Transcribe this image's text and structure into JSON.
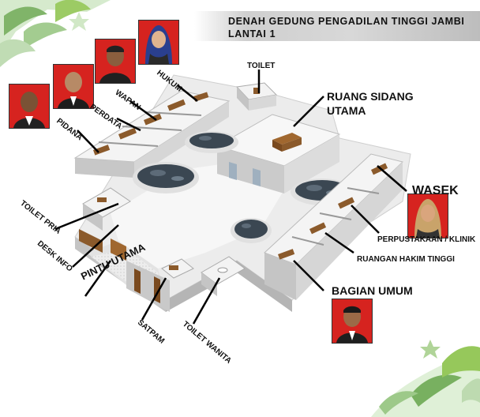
{
  "title": {
    "line1": "DENAH GEDUNG PENGADILAN TINGGI JAMBI",
    "line2": "LANTAI 1"
  },
  "labels": {
    "hukum": "HUKUM",
    "wapan": "WAPAN",
    "perdata": "PERDATA",
    "pidana": "PIDANA",
    "toilet": "TOILET",
    "ruang_sidang_1": "RUANG SIDANG",
    "ruang_sidang_2": "UTAMA",
    "wasek": "WASEK",
    "perpustakaan": "PERPUSTAKAAN / KLINIK",
    "ruangan_hakim": "RUANGAN HAKIM TINGGI",
    "bagian_umum": "BAGIAN UMUM",
    "toilet_pria": "TOILET PRIA",
    "desk_info": "DESK INFO",
    "pintu_utama": "PINTU UTAMA",
    "satpam": "SATPAM",
    "toilet_wanita": "TOILET WANITA"
  },
  "colors": {
    "floor": "#f2f2f2",
    "wall_top": "#e6e6e6",
    "wall_side": "#bdbdbd",
    "wood": "#8b5a2b",
    "pond": "#3b4752",
    "photo_bg": "#d6231f",
    "leader_line": "#000000"
  }
}
